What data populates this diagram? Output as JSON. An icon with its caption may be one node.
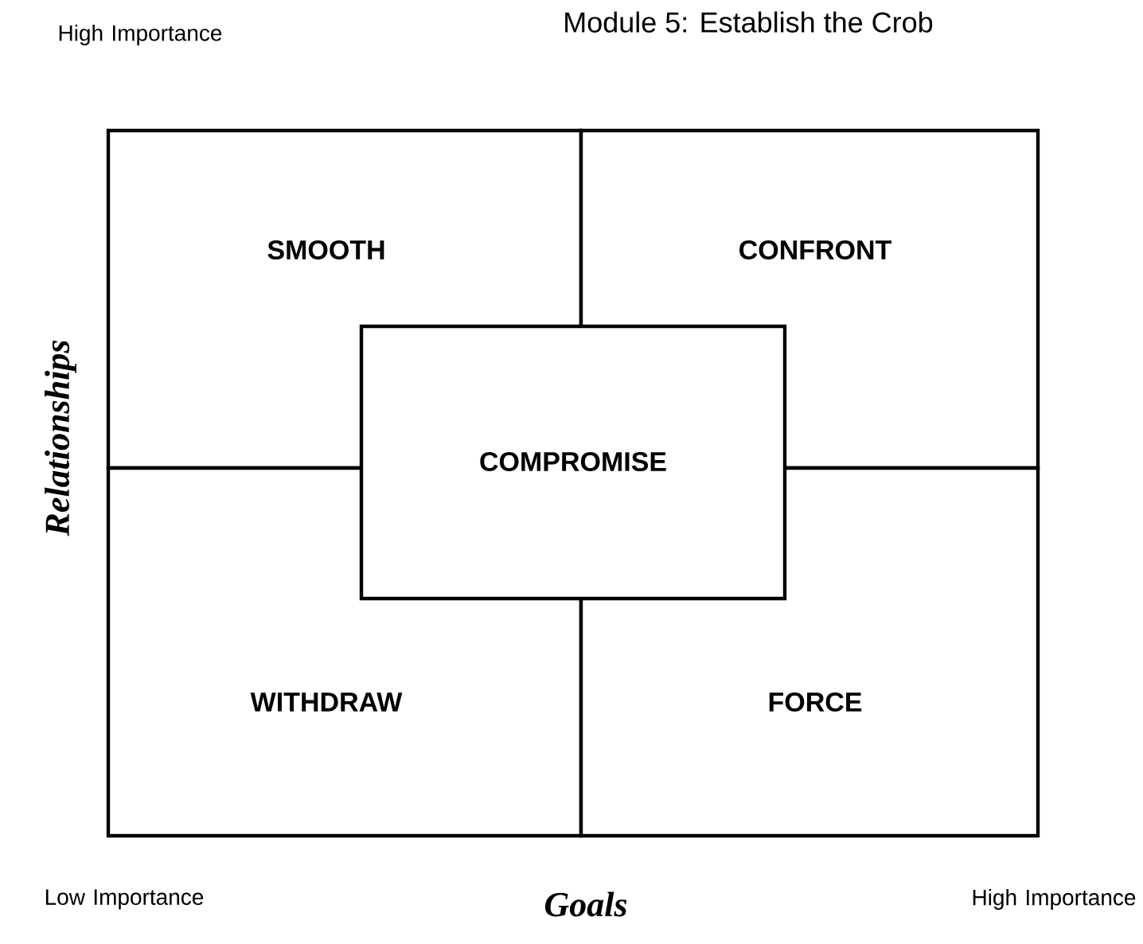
{
  "diagram": {
    "title": "Module 5: Establish the Crob",
    "nodes": [
      {
        "text": [
          "SMOOTH"
        ]
      },
      {
        "text": [
          "CONFRONT"
        ]
      },
      {
        "text": [
          "WITHDRAW"
        ]
      },
      {
        "text": [
          "FORCE"
        ]
      },
      {
        "text": [
          "COMPROMISE"
        ]
      }
    ],
    "labels": [
      "High Importance",
      "Relationships",
      "Low Importance",
      "Goals",
      "High Importance"
    ]
  }
}
